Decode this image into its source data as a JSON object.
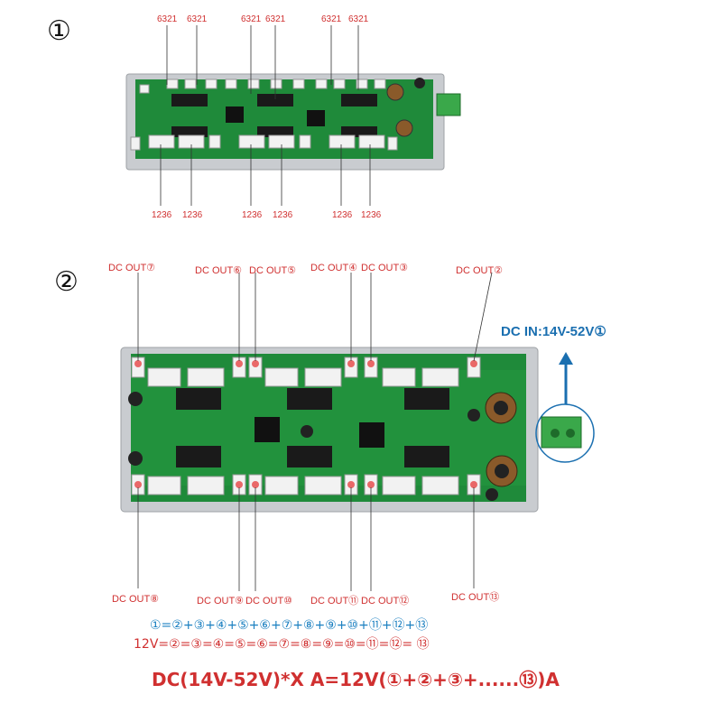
{
  "section1": {
    "marker": "①",
    "top_labels": [
      "6321",
      "6321",
      "6321",
      "6321",
      "6321",
      "6321"
    ],
    "bottom_labels": [
      "1236",
      "1236",
      "1236",
      "1236",
      "1236",
      "1236"
    ]
  },
  "section2": {
    "marker": "②",
    "dc_in": "DC IN:14V-52V①",
    "top_ports": [
      {
        "label": "DC OUT⑦"
      },
      {
        "label": "DC OUT⑥"
      },
      {
        "label": "DC OUT⑤"
      },
      {
        "label": "DC OUT④"
      },
      {
        "label": "DC OUT③"
      },
      {
        "label": "DC OUT②"
      }
    ],
    "bottom_ports": [
      {
        "label": "DC OUT⑧"
      },
      {
        "label": "DC OUT⑨"
      },
      {
        "label": "DC OUT⑩"
      },
      {
        "label": "DC OUT⑪"
      },
      {
        "label": "DC OUT⑫"
      },
      {
        "label": "DC OUT⑬"
      }
    ]
  },
  "formulas": {
    "line1": "①=②+③+④+⑤+⑥+⑦+⑧+⑨+⑩+⑪+⑫+⑬",
    "line2": "12V=②=③=④=⑤=⑥=⑦=⑧=⑨=⑩=⑪=⑫= ⑬",
    "line3": "DC(14V-52V)*X A=12V(①+②+③+......⑬)A"
  },
  "colors": {
    "board_green": "#1f8a3a",
    "frame_silver": "#c9ccd0",
    "label_red": "#d03030",
    "dc_in_blue": "#1a6fb0",
    "terminal_green": "#3aa84a"
  }
}
